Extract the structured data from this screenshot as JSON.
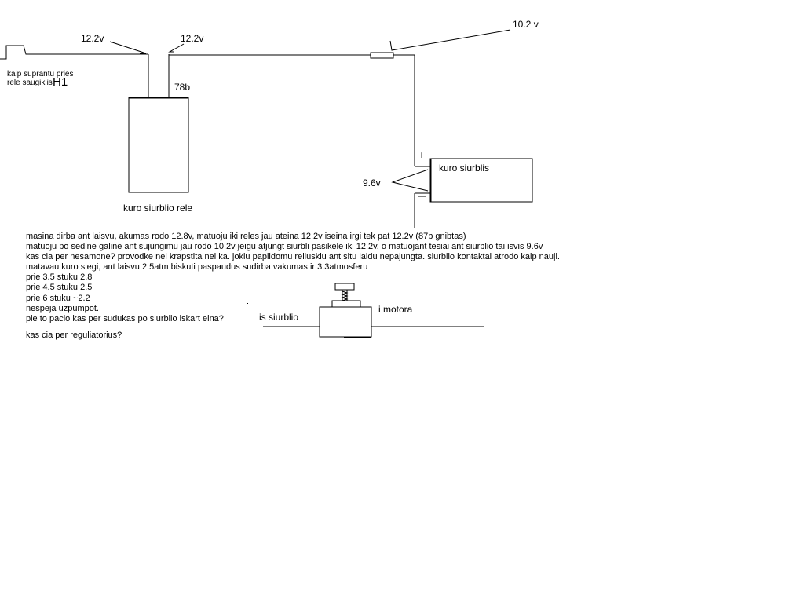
{
  "colors": {
    "line": "#000000",
    "background": "#ffffff"
  },
  "labels": {
    "voltage_left": "12.2v",
    "voltage_right": "12.2v",
    "voltage_fuse": "10.2 v",
    "voltage_pump_in": "9.6v",
    "terminal": "78b",
    "relay_name": "kuro siurblio rele",
    "pump_name": "kuro siurblis",
    "plus": "+",
    "minus": "—",
    "note_line1": "kaip suprantu pries",
    "note_line2": "rele saugiklis",
    "fuse_name": "H1",
    "reg_in": "is siurblio",
    "reg_out": "i motora"
  },
  "notes": [
    "masina dirba ant laisvu, akumas rodo 12.8v,  matuoju iki reles jau ateina 12.2v iseina irgi tek pat 12.2v (87b gnibtas)",
    "matuoju po sedine galine ant sujungimu jau rodo 10.2v jeigu atjungt siurbli pasikele iki 12.2v.  o matuojant tesiai ant siurblio tai isvis 9.6v",
    "kas cia per nesamone? provodke nei krapstita nei ka. jokiu papildomu reliuskiu ant situ laidu nepajungta.  siurblio kontaktai atrodo kaip nauji.",
    "matavau kuro slegi, ant laisvu 2.5atm biskuti paspaudus sudirba vakumas ir 3.3atmosferu",
    "prie 3.5 stuku 2.8",
    "prie 4.5 stuku 2.5",
    "prie 6    stuku ~2.2",
    "nespeja uzpumpot.",
    "pie to pacio kas per sudukas po siurblio iskart eina?"
  ],
  "question": "kas cia per reguliatorius?"
}
